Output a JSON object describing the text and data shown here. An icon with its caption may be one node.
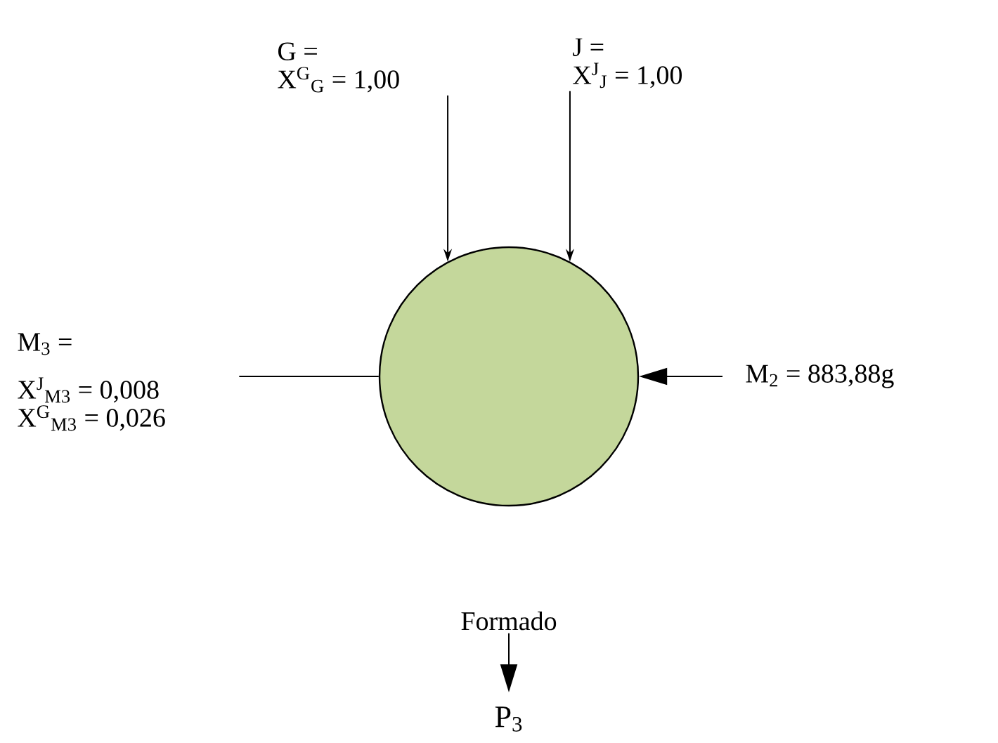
{
  "diagram": {
    "nodes": [
      {
        "text": [
          "G =",
          "X$^{G}$$_{G}$ = 1,00"
        ]
      },
      {
        "text": [
          "J =",
          "X$^{J}$$_{J}$ = 1,00"
        ]
      },
      {
        "text": [],
        "shape": "circle"
      },
      {
        "text": [
          "M$_{3}$ =",
          "X$^{J}$$_{M3}$ = 0,008",
          "X$^{G}$$_{M3}$ = 0,026"
        ]
      },
      {
        "text": [
          "M$_{2}$ = 883,88g"
        ]
      },
      {
        "text": [
          "Formado"
        ]
      },
      {
        "text": [
          "P$_{3}$"
        ]
      }
    ],
    "edges": [
      {
        "from": 0,
        "to": 2,
        "arrow": "to"
      },
      {
        "from": 1,
        "to": 2,
        "arrow": "to"
      },
      {
        "from": 2,
        "to": 3,
        "arrow": "none"
      },
      {
        "from": 4,
        "to": 2,
        "arrow": "to"
      },
      {
        "from": 5,
        "to": 6,
        "arrow": "to"
      }
    ]
  }
}
